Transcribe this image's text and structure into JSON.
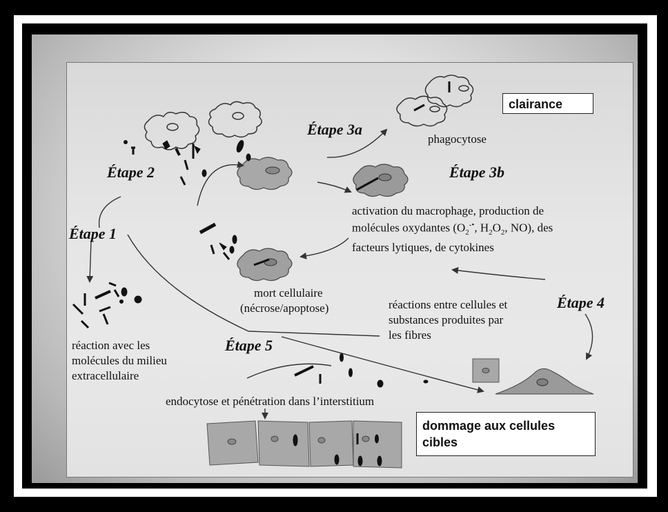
{
  "steps": {
    "etape1": "Étape 1",
    "etape2": "Étape 2",
    "etape3a": "Étape 3a",
    "etape3b": "Étape 3b",
    "etape4": "Étape 4",
    "etape5": "Étape 5"
  },
  "boxes": {
    "clairance": "clairance",
    "dommage_line1": "dommage aux cellules",
    "dommage_line2": "cibles"
  },
  "labels": {
    "phagocytose": "phagocytose",
    "activation_line1": "activation du macrophage, production de",
    "activation_line2_pre": "molécules oxydantes (O",
    "activation_line2_o_sub": "2",
    "activation_line2_o_sup": "-•",
    "activation_line2_mid": ", H",
    "activation_line2_h_sub1": "2",
    "activation_line2_o2": "O",
    "activation_line2_h_sub2": "2",
    "activation_line2_post": ", NO), des",
    "activation_line3": "facteurs lytiques, de cytokines",
    "mort_line1": "mort cellulaire",
    "mort_line2": "(nécrose/apoptose)",
    "reactions_line1": "réactions entre cellules et",
    "reactions_line2": "substances produites par",
    "reactions_line3": "les fibres",
    "reaction_line1": "réaction avec les",
    "reaction_line2": "molécules du milieu",
    "reaction_line3": "extracellulaire",
    "endocytose": "endocytose et pénétration dans l’interstitium"
  },
  "colors": {
    "background": "#000000",
    "cell_fill": "#a8a8a8",
    "fiber": "#111111"
  }
}
